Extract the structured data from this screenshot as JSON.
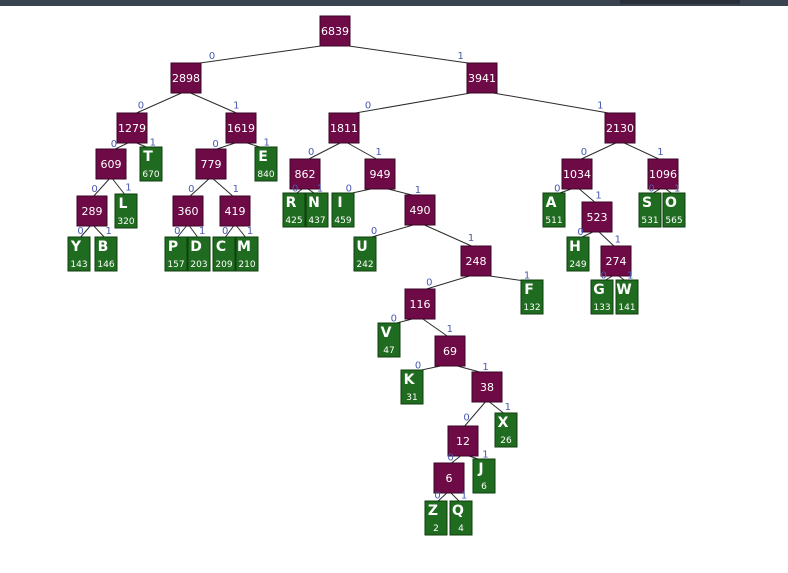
{
  "nodes": [
    {
      "id": "n6839",
      "value": "6839",
      "kind": "internal",
      "parent": null,
      "bit": null
    },
    {
      "id": "n2898",
      "value": "2898",
      "kind": "internal",
      "parent": "n6839",
      "bit": "0"
    },
    {
      "id": "n3941",
      "value": "3941",
      "kind": "internal",
      "parent": "n6839",
      "bit": "1"
    },
    {
      "id": "n1279",
      "value": "1279",
      "kind": "internal",
      "parent": "n2898",
      "bit": "0"
    },
    {
      "id": "n1619",
      "value": "1619",
      "kind": "internal",
      "parent": "n2898",
      "bit": "1"
    },
    {
      "id": "n609",
      "value": "609",
      "kind": "internal",
      "parent": "n1279",
      "bit": "0"
    },
    {
      "id": "nT",
      "letter": "T",
      "count": "670",
      "kind": "leaf",
      "parent": "n1279",
      "bit": "1"
    },
    {
      "id": "n289",
      "value": "289",
      "kind": "internal",
      "parent": "n609",
      "bit": "0"
    },
    {
      "id": "nL",
      "letter": "L",
      "count": "320",
      "kind": "leaf",
      "parent": "n609",
      "bit": "1"
    },
    {
      "id": "nY",
      "letter": "Y",
      "count": "143",
      "kind": "leaf",
      "parent": "n289",
      "bit": "0"
    },
    {
      "id": "nB",
      "letter": "B",
      "count": "146",
      "kind": "leaf",
      "parent": "n289",
      "bit": "1"
    },
    {
      "id": "n779",
      "value": "779",
      "kind": "internal",
      "parent": "n1619",
      "bit": "0"
    },
    {
      "id": "nE",
      "letter": "E",
      "count": "840",
      "kind": "leaf",
      "parent": "n1619",
      "bit": "1"
    },
    {
      "id": "n360",
      "value": "360",
      "kind": "internal",
      "parent": "n779",
      "bit": "0"
    },
    {
      "id": "n419",
      "value": "419",
      "kind": "internal",
      "parent": "n779",
      "bit": "1"
    },
    {
      "id": "nP",
      "letter": "P",
      "count": "157",
      "kind": "leaf",
      "parent": "n360",
      "bit": "0"
    },
    {
      "id": "nD",
      "letter": "D",
      "count": "203",
      "kind": "leaf",
      "parent": "n360",
      "bit": "1"
    },
    {
      "id": "nC",
      "letter": "C",
      "count": "209",
      "kind": "leaf",
      "parent": "n419",
      "bit": "0"
    },
    {
      "id": "nM",
      "letter": "M",
      "count": "210",
      "kind": "leaf",
      "parent": "n419",
      "bit": "1"
    },
    {
      "id": "n1811",
      "value": "1811",
      "kind": "internal",
      "parent": "n3941",
      "bit": "0"
    },
    {
      "id": "n2130",
      "value": "2130",
      "kind": "internal",
      "parent": "n3941",
      "bit": "1"
    },
    {
      "id": "n862",
      "value": "862",
      "kind": "internal",
      "parent": "n1811",
      "bit": "0"
    },
    {
      "id": "n949",
      "value": "949",
      "kind": "internal",
      "parent": "n1811",
      "bit": "1"
    },
    {
      "id": "nR",
      "letter": "R",
      "count": "425",
      "kind": "leaf",
      "parent": "n862",
      "bit": "0"
    },
    {
      "id": "nN",
      "letter": "N",
      "count": "437",
      "kind": "leaf",
      "parent": "n862",
      "bit": "1"
    },
    {
      "id": "nI",
      "letter": "I",
      "count": "459",
      "kind": "leaf",
      "parent": "n949",
      "bit": "0"
    },
    {
      "id": "n490",
      "value": "490",
      "kind": "internal",
      "parent": "n949",
      "bit": "1"
    },
    {
      "id": "nU",
      "letter": "U",
      "count": "242",
      "kind": "leaf",
      "parent": "n490",
      "bit": "0"
    },
    {
      "id": "n248",
      "value": "248",
      "kind": "internal",
      "parent": "n490",
      "bit": "1"
    },
    {
      "id": "n116",
      "value": "116",
      "kind": "internal",
      "parent": "n248",
      "bit": "0"
    },
    {
      "id": "nF",
      "letter": "F",
      "count": "132",
      "kind": "leaf",
      "parent": "n248",
      "bit": "1"
    },
    {
      "id": "nV",
      "letter": "V",
      "count": "47",
      "kind": "leaf",
      "parent": "n116",
      "bit": "0"
    },
    {
      "id": "n69",
      "value": "69",
      "kind": "internal",
      "parent": "n116",
      "bit": "1"
    },
    {
      "id": "nK",
      "letter": "K",
      "count": "31",
      "kind": "leaf",
      "parent": "n69",
      "bit": "0"
    },
    {
      "id": "n38",
      "value": "38",
      "kind": "internal",
      "parent": "n69",
      "bit": "1"
    },
    {
      "id": "n12",
      "value": "12",
      "kind": "internal",
      "parent": "n38",
      "bit": "0"
    },
    {
      "id": "nX",
      "letter": "X",
      "count": "26",
      "kind": "leaf",
      "parent": "n38",
      "bit": "1"
    },
    {
      "id": "n6",
      "value": "6",
      "kind": "internal",
      "parent": "n12",
      "bit": "0"
    },
    {
      "id": "nJ",
      "letter": "J",
      "count": "6",
      "kind": "leaf",
      "parent": "n12",
      "bit": "1"
    },
    {
      "id": "nZ",
      "letter": "Z",
      "count": "2",
      "kind": "leaf",
      "parent": "n6",
      "bit": "0"
    },
    {
      "id": "nQ",
      "letter": "Q",
      "count": "4",
      "kind": "leaf",
      "parent": "n6",
      "bit": "1"
    },
    {
      "id": "n1034",
      "value": "1034",
      "kind": "internal",
      "parent": "n2130",
      "bit": "0"
    },
    {
      "id": "n1096",
      "value": "1096",
      "kind": "internal",
      "parent": "n2130",
      "bit": "1"
    },
    {
      "id": "nA",
      "letter": "A",
      "count": "511",
      "kind": "leaf",
      "parent": "n1034",
      "bit": "0"
    },
    {
      "id": "n523",
      "value": "523",
      "kind": "internal",
      "parent": "n1034",
      "bit": "1"
    },
    {
      "id": "nH",
      "letter": "H",
      "count": "249",
      "kind": "leaf",
      "parent": "n523",
      "bit": "0"
    },
    {
      "id": "n274",
      "value": "274",
      "kind": "internal",
      "parent": "n523",
      "bit": "1"
    },
    {
      "id": "nG",
      "letter": "G",
      "count": "133",
      "kind": "leaf",
      "parent": "n274",
      "bit": "0"
    },
    {
      "id": "nW",
      "letter": "W",
      "count": "141",
      "kind": "leaf",
      "parent": "n274",
      "bit": "1"
    },
    {
      "id": "nS",
      "letter": "S",
      "count": "531",
      "kind": "leaf",
      "parent": "n1096",
      "bit": "0"
    },
    {
      "id": "nO",
      "letter": "O",
      "count": "565",
      "kind": "leaf",
      "parent": "n1096",
      "bit": "1"
    }
  ]
}
